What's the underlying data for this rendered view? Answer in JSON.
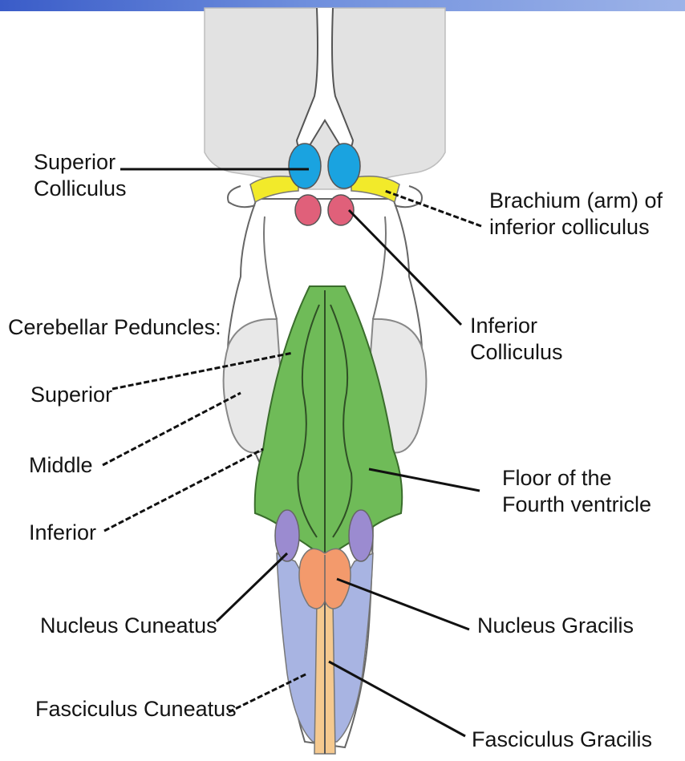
{
  "labels": {
    "superior_colliculus": "Superior\nColliculus",
    "brachium": "Brachium (arm) of\ninferior colliculus",
    "cerebellar_peduncles": "Cerebellar Peduncles:",
    "inferior_colliculus": "Inferior\nColliculus",
    "superior": "Superior",
    "middle": "Middle",
    "inferior": "Inferior",
    "floor_fourth_ventricle": "Floor of the\nFourth ventricle",
    "nucleus_cuneatus": "Nucleus Cuneatus",
    "nucleus_gracilis": "Nucleus Gracilis",
    "fasciculus_cuneatus": "Fasciculus Cuneatus",
    "fasciculus_gracilis": "Fasciculus Gracilis"
  },
  "colors": {
    "superior_colliculus": "#1aa3e0",
    "inferior_colliculus": "#e0607a",
    "brachium": "#f2ea2a",
    "fourth_ventricle_floor": "#6fbb58",
    "nucleus_cuneatus": "#9b8bd0",
    "nucleus_gracilis": "#f39a6c",
    "fasciculus_cuneatus": "#a8b4e2",
    "fasciculus_gracilis": "#f5c98f",
    "thalamus": "#e2e2e2",
    "peduncle": "#e8e8e8"
  }
}
